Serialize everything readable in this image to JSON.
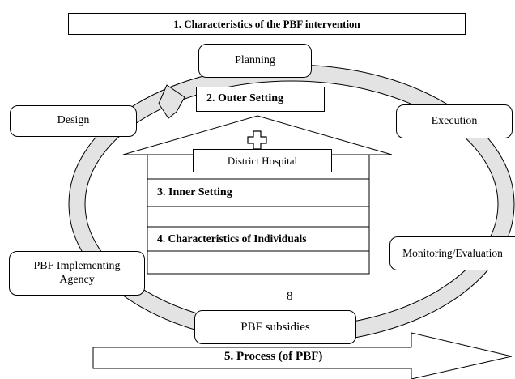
{
  "title": "1.    Characteristics of the PBF intervention",
  "cycle": {
    "planning": "Planning",
    "execution": "Execution",
    "monitoring": "Monitoring/Evaluation",
    "subsidies": "PBF subsidies",
    "agency_line1": "PBF Implementing",
    "agency_line2": "Agency",
    "design": "Design"
  },
  "outer_setting": "2. Outer Setting",
  "hospital": {
    "name": "District Hospital",
    "inner_setting": "3. Inner Setting",
    "individuals": "4. Characteristics of Individuals",
    "cross_icon": "medical-cross-icon"
  },
  "page_number": "8",
  "process": "5. Process (of PBF)"
}
